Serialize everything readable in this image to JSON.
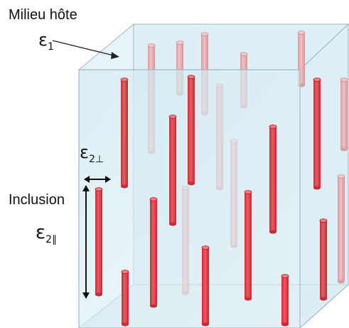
{
  "labels": {
    "host_medium": "Milieu hôte",
    "eps1_symbol": "ε",
    "eps1_sub": "1",
    "eps2_perp_symbol": "ε",
    "eps2_perp_sub": "2⊥",
    "inclusion": "Inclusion",
    "eps2_par_symbol": "ε",
    "eps2_par_sub": "2∥"
  },
  "colors": {
    "box_fill": "#d6ecf2",
    "box_edge": "#9bb1bd",
    "inclusion_front": "#e2434b",
    "inclusion_back": "#e9a7ad"
  }
}
